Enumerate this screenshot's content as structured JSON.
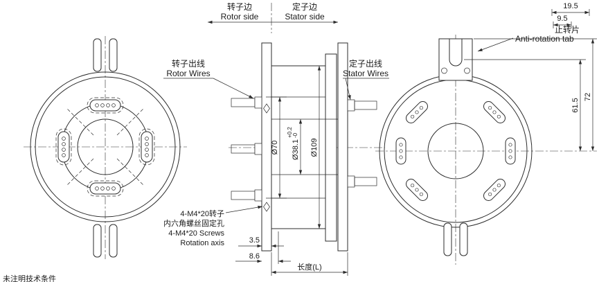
{
  "header": {
    "rotor_side_cn": "转子边",
    "rotor_side_en": "Rotor side",
    "stator_side_cn": "定子边",
    "stator_side_en": "Stator  side"
  },
  "callouts": {
    "rotor_wires_cn": "转子出线",
    "rotor_wires_en": "Rotor Wires",
    "stator_wires_cn": "定子出线",
    "stator_wires_en": "Stator Wires",
    "anti_rotation_tab_cn": "止转片",
    "anti_rotation_tab_en": "Anti-rotation tab",
    "screw_note_line1": "4-M4*20转子",
    "screw_note_line2": "内六角螺丝固定孔",
    "screw_note_line3": "4-M4*20 Screws",
    "screw_note_line4": "Rotation axis",
    "corner_note": "未注明技术条件"
  },
  "dimensions": {
    "tab_width": "19.5",
    "tab_slot_width": "9.5",
    "bolt_circle_dia": "Ø70",
    "bore_dia": "Ø38.1",
    "bore_tol_upper": "+0.2",
    "bore_tol_lower": "-0",
    "outer_dia": "Ø109",
    "tab_hole_height": "61.5",
    "tab_height": "72",
    "flange_thickness": "3.5",
    "flange_offset": "8.6",
    "length_label": "长度(L)"
  }
}
